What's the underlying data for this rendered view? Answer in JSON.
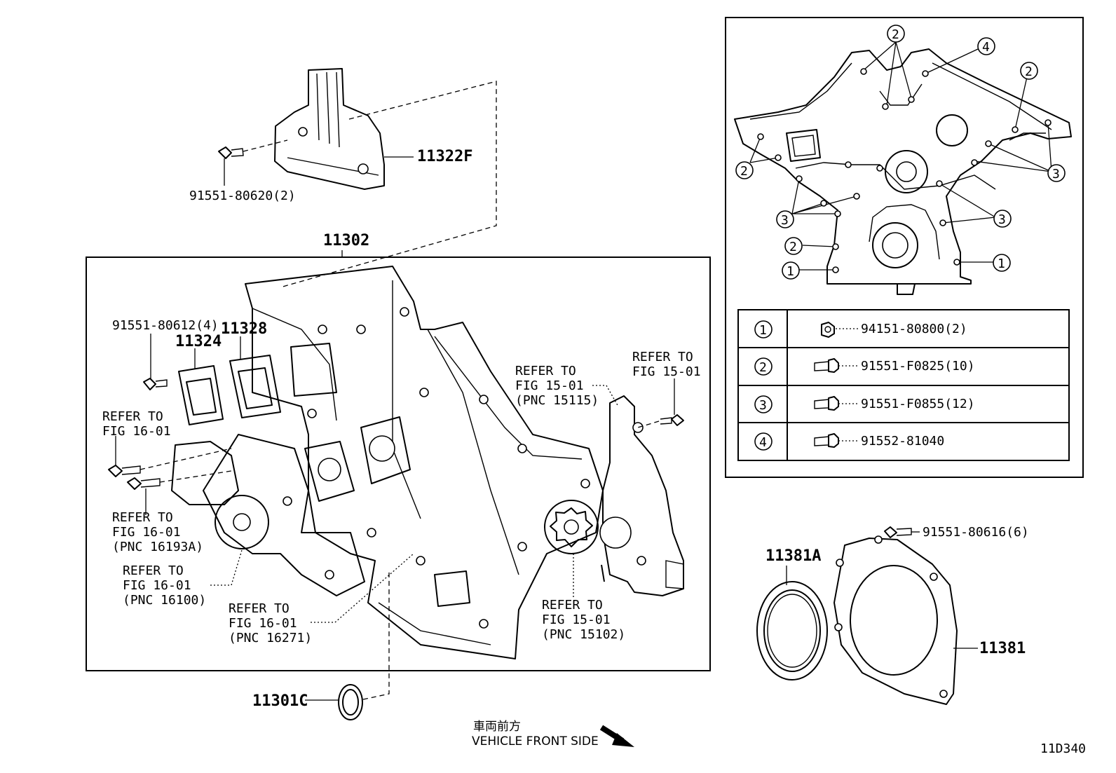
{
  "diagram": {
    "labels": {
      "p11322F": "11322F",
      "b9155180620": "91551-80620(2)",
      "p11302": "11302",
      "b9155180612": "91551-80612(4)",
      "p11328": "11328",
      "p11324": "11324",
      "ref_fig16_a_l1": "REFER TO",
      "ref_fig16_a_l2": "FIG 16-01",
      "ref_16193_l1": "REFER TO",
      "ref_16193_l2": "FIG 16-01",
      "ref_16193_l3": "(PNC 16193A)",
      "ref_16100_l1": "REFER TO",
      "ref_16100_l2": "FIG 16-01",
      "ref_16100_l3": "(PNC 16100)",
      "ref_16271_l1": "REFER TO",
      "ref_16271_l2": "FIG 16-01",
      "ref_16271_l3": "(PNC 16271)",
      "ref_15115_l1": "REFER TO",
      "ref_15115_l2": "FIG 15-01",
      "ref_15115_l3": "(PNC 15115)",
      "ref_fig15_b_l1": "REFER TO",
      "ref_fig15_b_l2": "FIG 15-01",
      "ref_15102_l1": "REFER TO",
      "ref_15102_l2": "FIG 15-01",
      "ref_15102_l3": "(PNC 15102)",
      "p11301C": "11301C",
      "p11381A": "11381A",
      "p11381": "11381",
      "b9155180616": "91551-80616(6)",
      "front_jp": "車両前方",
      "front_en": "VEHICLE FRONT SIDE",
      "diagram_code": "11D340"
    },
    "inset_callouts": {
      "c1": "1",
      "c2": "2",
      "c3": "3",
      "c4": "4"
    },
    "legend": [
      {
        "num": "1",
        "part": "94151-80800(2)"
      },
      {
        "num": "2",
        "part": "91551-F0825(10)"
      },
      {
        "num": "3",
        "part": "91551-F0855(12)"
      },
      {
        "num": "4",
        "part": "91552-81040"
      }
    ]
  }
}
